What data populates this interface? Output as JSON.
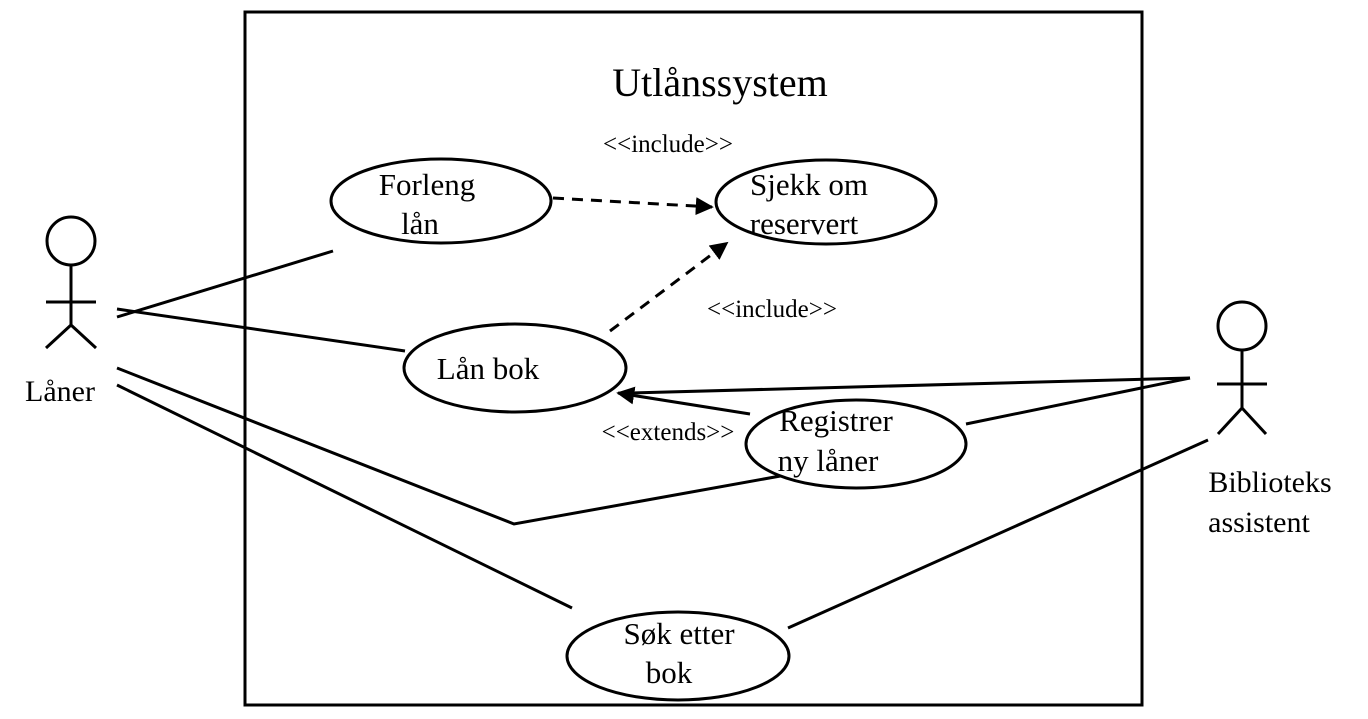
{
  "system": {
    "title": "Utlånssystem"
  },
  "actors": {
    "borrower": {
      "label": "Låner"
    },
    "librarian": {
      "label_line1": "Biblioteks",
      "label_line2": "assistent"
    }
  },
  "use_cases": {
    "extend_loan": {
      "line1": "Forleng",
      "line2": "lån"
    },
    "check_reserved": {
      "line1": "Sjekk om",
      "line2": "reservert"
    },
    "borrow_book": {
      "line1": "Lån bok"
    },
    "register_borrower": {
      "line1": "Registrer",
      "line2": "ny låner"
    },
    "search_book": {
      "line1": "Søk etter",
      "line2": "bok"
    }
  },
  "relations": {
    "include_top": "<<include>>",
    "include_mid": "<<include>>",
    "extends": "<<extends>>"
  }
}
